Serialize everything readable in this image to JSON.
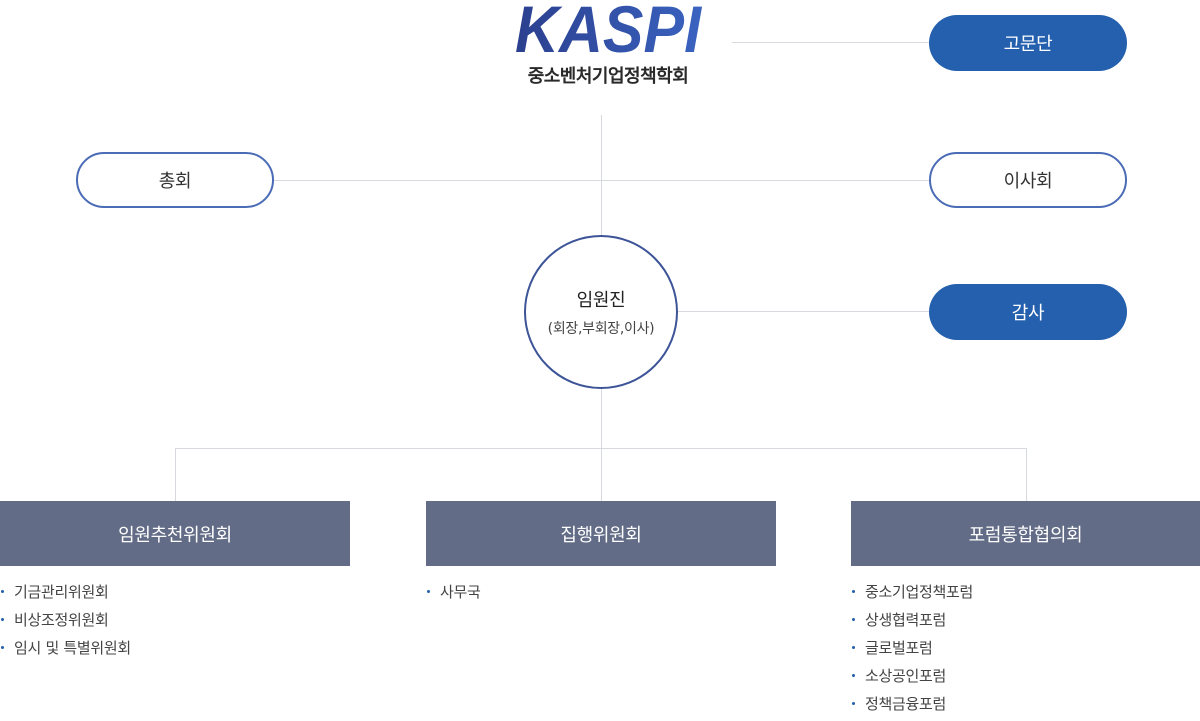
{
  "logo": {
    "mark": "KASPI",
    "name": "중소벤처기업정책학회"
  },
  "nodes": {
    "advisory": "고문단",
    "general_assembly": "총회",
    "board": "이사회",
    "executives": {
      "title": "임원진",
      "subtitle": "(회장,부회장,이사)"
    },
    "audit": "감사"
  },
  "committees": [
    {
      "title": "임원추천위원회",
      "items": [
        "기금관리위원회",
        "비상조정위원회",
        "임시 및 특별위원회"
      ]
    },
    {
      "title": "집행위원회",
      "items": [
        "사무국"
      ]
    },
    {
      "title": "포럼통합협의회",
      "items": [
        "중소기업정책포럼",
        "상생협력포럼",
        "글로벌포럼",
        "소상공인포럼",
        "정책금융포럼"
      ]
    }
  ],
  "colors": {
    "primary": "#2460ad",
    "outline": "#4a6bb5",
    "box": "#626c86",
    "line": "#d6d9de"
  }
}
